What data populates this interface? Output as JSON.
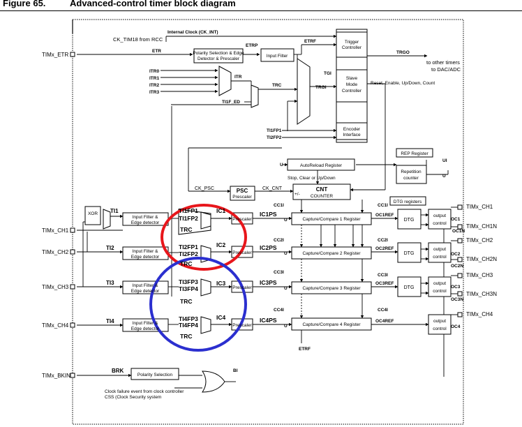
{
  "figure": {
    "number": "Figure 65.",
    "title": "Advanced-control timer block diagram"
  },
  "colors": {
    "red_circle": "#e8161b",
    "blue_circle": "#2b2fcf",
    "line": "#000000"
  },
  "inputs": {
    "etr": "TIMx_ETR",
    "ch1": "TIMx_CH1",
    "ch2": "TIMx_CH2",
    "ch3": "TIMx_CH3",
    "ch4": "TIMx_CH4",
    "bkin": "TIMx_BKIN"
  },
  "outputs": {
    "ch1": "TIMx_CH1",
    "ch1n": "TIMx_CH1N",
    "ch2": "TIMx_CH2",
    "ch2n": "TIMx_CH2N",
    "ch3": "TIMx_CH3",
    "ch3n": "TIMx_CH3N",
    "ch4": "TIMx_CH4"
  },
  "signals": {
    "ck_int": "Internal Clock (CK_INT)",
    "ck_tim18": "CK_TIM18 from RCC",
    "etr": "ETR",
    "etrp": "ETRP",
    "etrf": "ETRF",
    "trgo": "TRGO",
    "other_timers": "to other timers",
    "to_dac": "to DAC/ADC",
    "itr0": "ITR0",
    "itr1": "ITR1",
    "itr2": "ITR2",
    "itr3": "ITR3",
    "itr": "ITR",
    "trc": "TRC",
    "trgi": "TRGI",
    "ti1f_ed": "TI1F_ED",
    "ti1fp1_top": "TI1FP1",
    "ti2fp2_top": "TI2FP2",
    "reset_etc": "Reset, Enable, Up/Down, Count",
    "u": "U",
    "ui": "UI",
    "stop_clear": "Stop, Clear or Up/Down",
    "ck_psc": "CK_PSC",
    "ck_cnt": "CK_CNT",
    "plus_minus": "+/-",
    "ti1": "TI1",
    "ti2": "TI2",
    "ti3": "TI3",
    "ti4": "TI4",
    "ti1fp1": "TI1FP1",
    "ti1fp2": "TI1FP2",
    "ti2fp1": "TI2FP1",
    "ti2fp2": "TI2FP2",
    "ti3fp3": "TI3FP3",
    "ti3fp4": "TI3FP4",
    "ti4fp3": "TI4FP3",
    "ti4fp4": "TI4FP4",
    "ic1": "IC1",
    "ic2": "IC2",
    "ic3": "IC3",
    "ic4": "IC4",
    "ic1ps": "IC1PS",
    "ic2ps": "IC2PS",
    "ic3ps": "IC3PS",
    "ic4ps": "IC4PS",
    "cc1i": "CC1I",
    "cc2i": "CC2I",
    "cc3i": "CC3I",
    "cc4i": "CC4I",
    "oc1ref": "OC1REF",
    "oc2ref": "OC2REF",
    "oc3ref": "OC3REF",
    "oc4ref": "OC4REF",
    "oc1": "OC1",
    "oc1n": "OC1N",
    "oc2": "OC2",
    "oc2n": "OC2N",
    "oc3": "OC3",
    "oc3n": "OC3N",
    "oc4": "OC4",
    "brk": "BRK",
    "bi": "BI",
    "etrf_bottom": "ETRF",
    "clock_failure_1": "Clock failure event from clock controller",
    "clock_failure_2": "CSS (Clock Security system"
  },
  "blocks": {
    "polarity_edge_1": "Polarity Selection & Edge",
    "polarity_edge_2": "Detector & Prescaler",
    "input_filter": "Input Filter",
    "trigger_controller_1": "Trigger",
    "trigger_controller_2": "Controller",
    "slave_mode_1": "Slave",
    "slave_mode_2": "Mode",
    "slave_mode_3": "Controller",
    "encoder_1": "Encoder",
    "encoder_2": "Interface",
    "rep_register": "REP Register",
    "repetition_1": "Repetition",
    "repetition_2": "counter",
    "autoreload": "AutoReload Register",
    "psc": "PSC",
    "psc_sub": "Prescaler",
    "cnt": "CNT",
    "cnt_sub": "COUNTER",
    "dtg_registers": "DTG registers",
    "xor": "XOR",
    "input_filter_edge_1": "Input Filter &",
    "input_filter_edge_2": "Edge detector",
    "prescaler": "Prescaler",
    "cc1_reg": "Capture/Compare 1 Register",
    "cc2_reg": "Capture/Compare 2 Register",
    "cc3_reg": "Capture/Compare 3 Register",
    "cc4_reg": "Capture/Compare 4 Register",
    "dtg": "DTG",
    "output_control_1": "output",
    "output_control_2": "control",
    "polarity_selection": "Polarity Selection"
  }
}
